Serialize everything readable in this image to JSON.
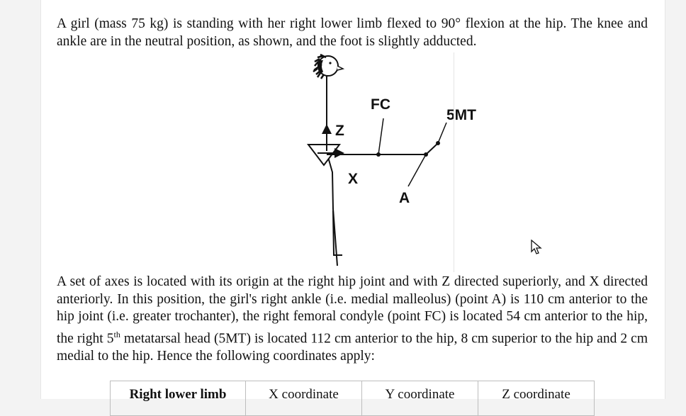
{
  "intro": {
    "text": "A girl (mass 75 kg) is standing with her right lower limb flexed to 90° flexion at the hip. The knee and ankle are in the neutral position, as shown, and the foot is slightly adducted."
  },
  "figure": {
    "labels": {
      "fc": "FC",
      "mt5": "5MT",
      "z": "Z",
      "x": "X",
      "a": "A"
    }
  },
  "description": {
    "part1": "A set of axes is located with its origin at the right hip joint and with Z directed superiorly, and X directed anteriorly. In this position, the girl's right ankle (i.e. medial malleolus) (point A) is 110 cm anterior to the hip joint (i.e. greater trochanter), the right femoral condyle (point FC) is located 54 cm anterior to the hip, the right 5",
    "sup": "th",
    "part2": " metatarsal head (5MT) is located 112 cm anterior to the hip, 8 cm superior to the hip and 2 cm medial to the hip. Hence the following coordinates apply:"
  },
  "table": {
    "headers": [
      "Right lower limb",
      "X coordinate",
      "Y coordinate",
      "Z coordinate"
    ]
  }
}
